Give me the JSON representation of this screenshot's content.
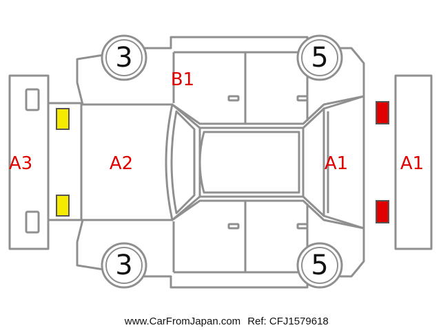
{
  "colors": {
    "outline": "#8f8f8f",
    "damage_code": "#e00000",
    "marker_yellow": "#f5ea00",
    "marker_red": "#e00000"
  },
  "wheels": {
    "front_left": "3",
    "rear_left": "5",
    "front_right": "3",
    "rear_right": "5"
  },
  "damage_codes": {
    "front_bumper": "A3",
    "hood": "A2",
    "left_pillar": "B1",
    "rear_panel": "A1",
    "rear_bumper": "A1"
  },
  "markers": {
    "front_bumper": {
      "color": "yellow",
      "count": 2
    },
    "rear_bumper": {
      "color": "red",
      "count": 2
    }
  },
  "footer": {
    "site": "www.CarFromJapan.com",
    "ref": "Ref: CFJ1579618"
  }
}
